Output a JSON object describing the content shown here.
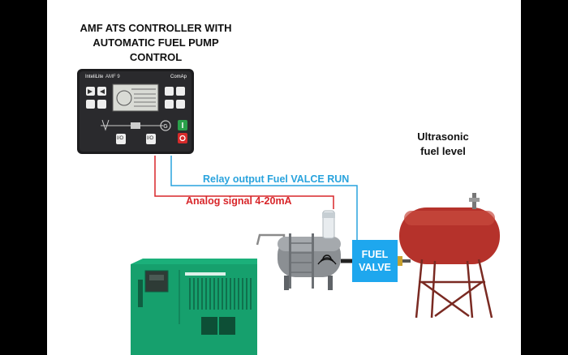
{
  "title_lines": [
    "AMF ATS CONTROLLER WITH",
    "AUTOMATIC FUEL PUMP",
    "CONTROL"
  ],
  "ultrasonic_lines": [
    "Ultrasonic",
    "fuel level"
  ],
  "relay_text": "Relay output Fuel VALCE  RUN",
  "analog_text": "Analog signal 4-20mA",
  "fuel_valve_lines": [
    "FUEL",
    "VALVE"
  ],
  "controller": {
    "brand_left": "InteliLite",
    "model": "AMF 9",
    "brand_right": "ComAp",
    "io_button": "I/O"
  },
  "colors": {
    "relay_line": "#29a3dd",
    "analog_line": "#d8262a",
    "valve": "#1ea7ee",
    "generator": "#1bb07a",
    "tank": "#b5322b"
  }
}
